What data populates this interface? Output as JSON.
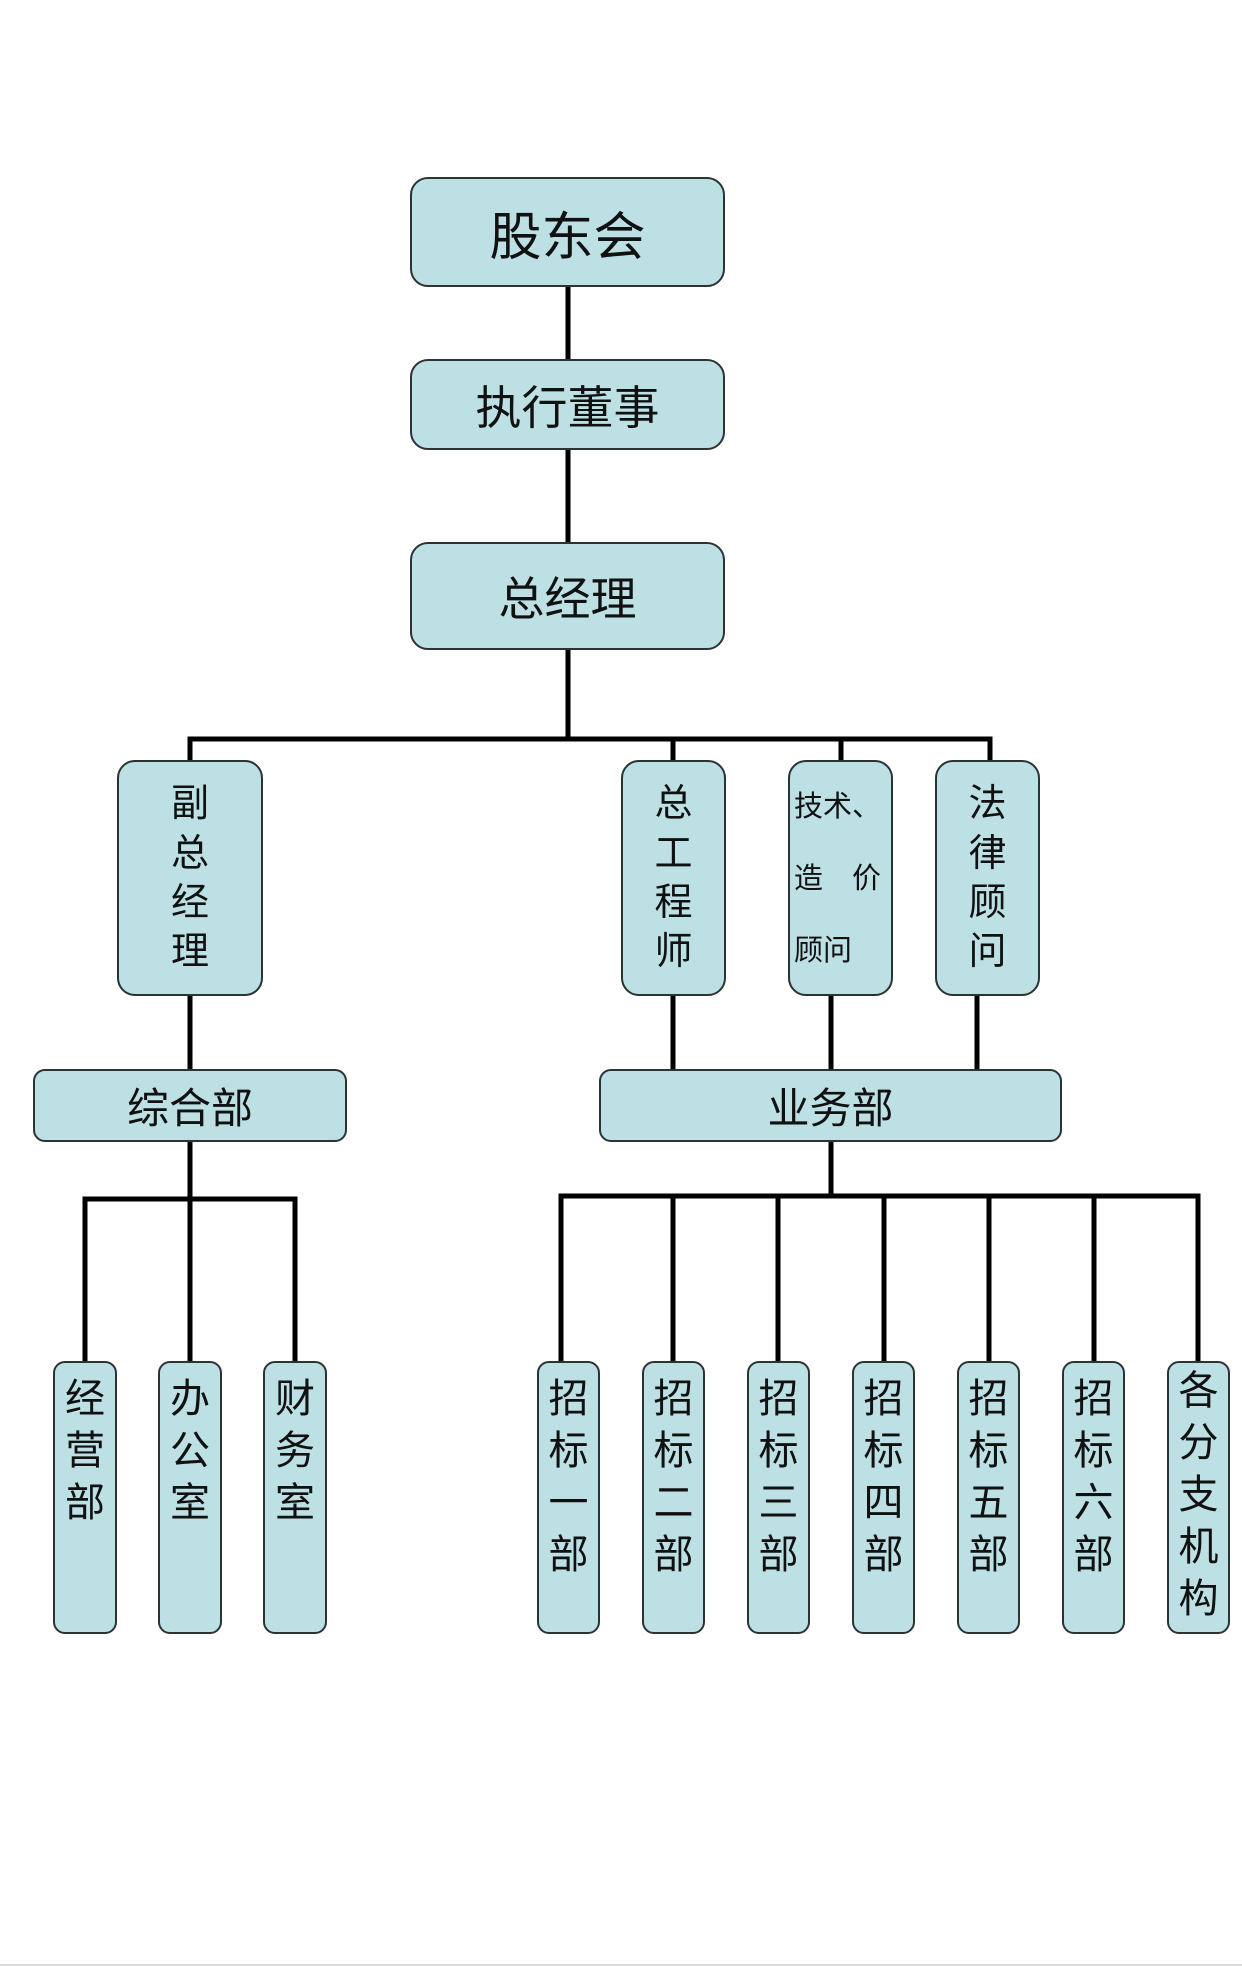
{
  "chart": {
    "title": "",
    "colors": {
      "node_fill": "#bce0e3",
      "node_border": "#2b3333",
      "connector": "#000000",
      "background": "#ffffff"
    },
    "levels": {
      "shareholders": "股东会",
      "executive_director": "执行董事",
      "general_manager": "总经理"
    },
    "managers": {
      "deputy_gm": [
        "副",
        "总",
        "经",
        "理"
      ],
      "chief_engineer": [
        "总",
        "工",
        "程",
        "师"
      ],
      "tech_cost_advisor": [
        "技术、",
        "造　价",
        "顾问"
      ],
      "legal_advisor": [
        "法",
        "律",
        "顾",
        "问"
      ]
    },
    "departments": {
      "general_dept": "综合部",
      "business_dept": "业务部"
    },
    "general_dept_children": [
      [
        "经",
        "营",
        "部"
      ],
      [
        "办",
        "公",
        "室"
      ],
      [
        "财",
        "务",
        "室"
      ]
    ],
    "business_dept_children": [
      [
        "招",
        "标",
        "一",
        "部"
      ],
      [
        "招",
        "标",
        "二",
        "部"
      ],
      [
        "招",
        "标",
        "三",
        "部"
      ],
      [
        "招",
        "标",
        "四",
        "部"
      ],
      [
        "招",
        "标",
        "五",
        "部"
      ],
      [
        "招",
        "标",
        "六",
        "部"
      ],
      [
        "各",
        "分",
        "支",
        "机",
        "构"
      ]
    ]
  }
}
